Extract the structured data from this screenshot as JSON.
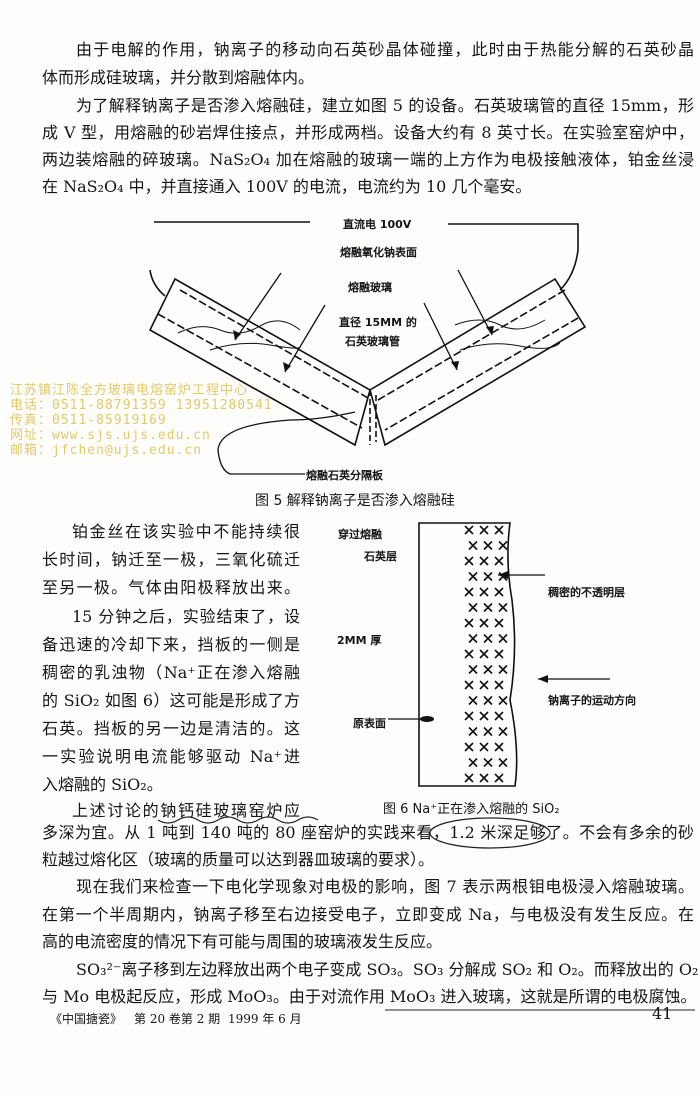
{
  "paragraphs_top": [
    [
      "由于电解的作用，钠离子的移动向石英砂晶体碰撞，此时由于热能分解的石英砂晶",
      "体而形成硅玻璃，并分散到熔融体内。"
    ],
    [
      "为了解释钠离子是否渗入熔融硅，建立如图 5 的设备。石英玻璃管的直径 15mm，形",
      "成 V 型，用熔融的砂岩焊住接点，并形成两档。设备大约有 8 英寸长。在实验室窑炉中，",
      "两边装熔融的碎玻璃。NaS₂O₄ 加在熔融的玻璃一端的上方作为电极接触液体，铂金丝浸",
      "在 NaS₂O₄ 中，并直接通入 100V 的电流，电流约为 10 几个毫安。"
    ]
  ],
  "figure5": {
    "labels": [
      "直流电 100V",
      "熔融氧化钠表面",
      "熔融玻璃",
      "直径 15MM 的",
      "石英玻璃管",
      "熔融石英分隔板"
    ],
    "caption": "图 5  解释钠离子是否渗入熔融硅"
  },
  "watermark": [
    "江苏镇江陈全方玻璃电熔窑炉工程中心",
    "电话：0511-88791359  13951280541",
    "传真：0511-85919169",
    "网址：www.sjs.ujs.edu.cn",
    "邮箱：jfchen@ujs.edu.cn"
  ],
  "left_column": [
    "铂金丝在该实验中不能持续很",
    "长时间，钠迁至一极，三氧化硫迁",
    "至另一极。气体由阳极释放出来。",
    "15 分钟之后，实验结束了，设",
    "备迅速的冷却下来，挡板的一侧是",
    "稠密的乳浊物（Na⁺正在渗入熔融",
    "的 SiO₂ 如图 6）这可能是形成了方",
    "石英。挡板的另一边是清洁的。这",
    "一实验说明电流能够驱动 Na⁺进",
    "入熔融的 SiO₂。",
    "上述讨论的钠钙硅玻璃窑炉应"
  ],
  "figure6": {
    "labels": [
      "穿过熔融",
      "石英层",
      "2MM 厚",
      "原表面",
      "稠密的不透明层",
      "钠离子的运动方向"
    ],
    "caption": "图 6   Na⁺正在渗入熔融的 SiO₂"
  },
  "paragraphs_bottom": [
    "多深为宜。从 1 吨到 140 吨的 80 座窑炉的实践来看，1.2 米深足够了。不会有多余的砂",
    "粒越过熔化区（玻璃的质量可以达到器皿玻璃的要求）。",
    "现在我们来检查一下电化学现象对电极的影响，图 7 表示两根钼电极浸入熔融玻璃。",
    "在第一个半周期内，钠离子移至右边接受电子，立即变成 Na，与电极没有发生反应。在",
    "高的电流密度的情况下有可能与周围的玻璃液发生反应。",
    "SO₃²⁻离子移到左边释放出两个电子变成 SO₃。SO₃ 分解成 SO₂ 和 O₂。而释放出的 O₂",
    "与 Mo 电极起反应，形成 MoO₃。由于对流作用 MoO₃ 进入玻璃，这就是所谓的电极腐蚀。"
  ],
  "footer": {
    "journal": "《中国搪瓷》",
    "issue": "第 20 卷第 2 期",
    "date": "1999 年 6 月",
    "page": "41"
  },
  "colors": {
    "ink": "#151515",
    "watermark": "#e0c050",
    "paper": "#fdfdfb"
  }
}
